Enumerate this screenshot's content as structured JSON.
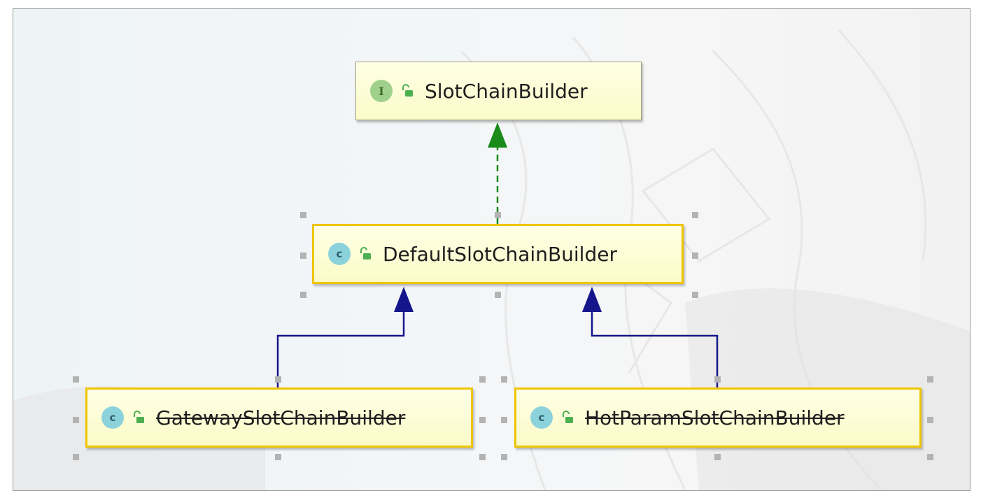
{
  "diagram": {
    "nodes": [
      {
        "id": "slot-chain-builder",
        "kind": "interface",
        "badge": "I",
        "name": "SlotChainBuilder",
        "deprecated": false
      },
      {
        "id": "default-slot-chain-builder",
        "kind": "class",
        "badge": "c",
        "name": "DefaultSlotChainBuilder",
        "deprecated": false
      },
      {
        "id": "gateway-slot-chain-builder",
        "kind": "class",
        "badge": "c",
        "name": "GatewaySlotChainBuilder",
        "deprecated": true
      },
      {
        "id": "hot-param-slot-chain-builder",
        "kind": "class",
        "badge": "c",
        "name": "HotParamSlotChainBuilder",
        "deprecated": true
      }
    ],
    "edges": [
      {
        "from": "default-slot-chain-builder",
        "to": "slot-chain-builder",
        "type": "implements",
        "color": "#1a8a1a"
      },
      {
        "from": "gateway-slot-chain-builder",
        "to": "default-slot-chain-builder",
        "type": "extends",
        "color": "#16168c"
      },
      {
        "from": "hot-param-slot-chain-builder",
        "to": "default-slot-chain-builder",
        "type": "extends",
        "color": "#16168c"
      }
    ],
    "colors": {
      "node_fill": "#fbfbc8",
      "selected_border": "#efc400",
      "implements_arrow": "#1a8a1a",
      "extends_arrow": "#16168c"
    },
    "icons": {
      "visibility": "public-unlock-icon",
      "interface": "interface-icon",
      "class": "class-icon"
    }
  }
}
